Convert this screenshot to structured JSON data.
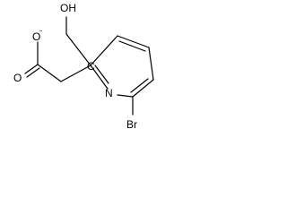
{
  "molecule": {
    "atoms": {
      "oh": "OH",
      "o_minus": "O",
      "o_minus_charge": "-",
      "o_carbonyl": "O",
      "n": "N",
      "br": "Br",
      "c_quaternary": "C"
    }
  },
  "colors": {
    "bond": "#000000",
    "background": "#ffffff"
  }
}
